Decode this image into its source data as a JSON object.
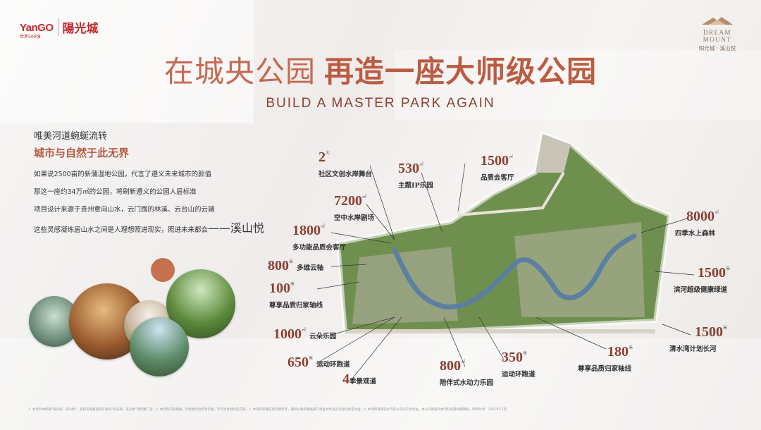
{
  "brand": {
    "left_en": "YanGO",
    "left_sub": "世界500强",
    "left_cn": "陽光城",
    "right_en": "DREAM MOUNT",
    "right_cn": "阳光城 · 溪山悦"
  },
  "headline": {
    "title_part1": "在城央公园",
    "title_part2": "再造一座大师级公园",
    "subtitle": "BUILD A MASTER PARK AGAIN"
  },
  "left": {
    "heading1": "唯美河道蜿蜒流转",
    "heading2": "城市与自然于此无界",
    "lines": [
      "如果说2500亩的新蒲湿地公园，代言了遵义未来城市的颜值",
      "那这一座约34万㎡的公园，将刷新遵义的公园人居标准",
      "项目设计来源于贵州意向山水，云门囤的林溪、云台山的云端",
      "这些灵感凝练居山水之间是人理想照进现实，照进未来都会"
    ],
    "brand_tail": "——溪山悦"
  },
  "callouts": [
    {
      "num": "2",
      "unit": "大",
      "desc": "社区文创水岸舞台"
    },
    {
      "num": "530",
      "unit": "㎡",
      "desc": "主题IP乐园"
    },
    {
      "num": "1500",
      "unit": "㎡",
      "desc": "品质会客厅"
    },
    {
      "num": "7200",
      "unit": "㎡",
      "desc": "空中水岸剧场"
    },
    {
      "num": "1800",
      "unit": "㎡",
      "desc": "多功能品质会客厅"
    },
    {
      "num": "800",
      "unit": "米",
      "desc": "多维云轴"
    },
    {
      "num": "100",
      "unit": "米",
      "desc": "尊享品质归家轴线"
    },
    {
      "num": "1000",
      "unit": "㎡",
      "desc": "云朵乐园"
    },
    {
      "num": "650",
      "unit": "米",
      "desc": "运动环跑道"
    },
    {
      "num": "4",
      "unit": "",
      "desc": "季景观道"
    },
    {
      "num": "800",
      "unit": "㎡",
      "desc": "陪伴式水动力乐园"
    },
    {
      "num": "350",
      "unit": "米",
      "desc": "运动环跑道"
    },
    {
      "num": "180",
      "unit": "米",
      "desc": "尊享品质归家轴线"
    },
    {
      "num": "8000",
      "unit": "㎡",
      "desc": "四季水上森林"
    },
    {
      "num": "1500",
      "unit": "米",
      "desc": "滨河超级健康绿道"
    },
    {
      "num": "1500",
      "unit": "米",
      "desc": "清水湾计划长河"
    }
  ],
  "footer": "1. 本资料中所载“阳光城 · 溪山悦”，系阳光城集团所开发的“阳光城 · 溪山悦”项目推广名；2. 本资料内效果图、示意图均为参考示意，不作为合同约定内容；3. 本资料所载信息仅供参考，最终以政府相关部门批准文件及买卖合同约定为准；4. 本项目景观设计内容以实际交付为准，本公司保留对本资料的最终解释权。制作时间：2021年12月。",
  "colors": {
    "accent": "#bb5b41",
    "dark_accent": "#8b3f2c",
    "brand_red": "#c2282e"
  }
}
